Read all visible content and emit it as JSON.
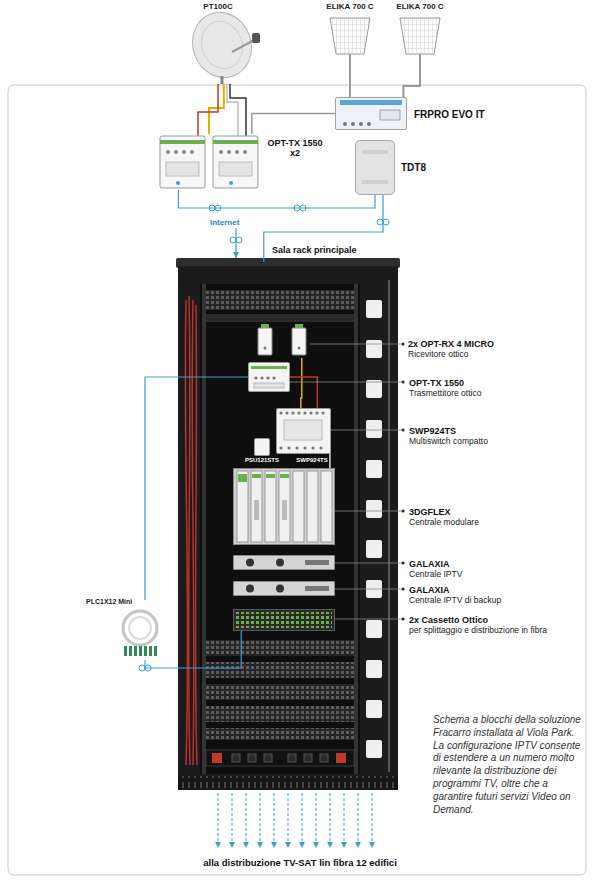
{
  "diagram": {
    "caption": "Schema a blocchi della soluzione Fracarro installata al Viola Park. La configurazione IPTV consente di estendere a un numero molto rilevante la distribuzione dei programmi TV, oltre che a garantire futuri servizi Video on Demand.",
    "nodes": [
      {
        "text": [
          "PT100C"
        ]
      },
      {
        "text": [
          "ELIKA 700 C"
        ]
      },
      {
        "text": [
          "ELIKA 700 C"
        ]
      },
      {
        "text": [
          "FRPRO EVO IT"
        ]
      },
      {
        "text": [
          "OPT-TX 1550 x2"
        ]
      },
      {
        "text": [
          "TDT8"
        ]
      },
      {
        "text": [
          "Sala rack principale"
        ]
      },
      {
        "text": [
          "2x OPT-RX 4 MICRO",
          "Ricevitore ottico"
        ],
        "in": 6
      },
      {
        "text": [
          "OPT-TX 1550",
          "Trasmettitore ottico"
        ],
        "in": 6
      },
      {
        "text": [
          "SWP924TS",
          "SWP924TS",
          "Multiswitch compatto"
        ],
        "in": 6
      },
      {
        "text": [
          "PSU121STS"
        ],
        "in": 6
      },
      {
        "text": [
          "3DGFLEX",
          "Centrale modulare"
        ],
        "in": 6
      },
      {
        "text": [
          "GALAXIA",
          "Centrale IPTV"
        ],
        "in": 6
      },
      {
        "text": [
          "GALAXIA",
          "Centrale IPTV di backup"
        ],
        "in": 6
      },
      {
        "text": [
          "2x Cassetto Ottico",
          "per splittaggio e distribuzione in fibra"
        ],
        "in": 6
      },
      {
        "text": [
          "PLC1X12 Mini"
        ]
      }
    ],
    "edges": [
      {
        "from": 0,
        "to": 4,
        "arrow": "none"
      },
      {
        "from": 1,
        "to": 3,
        "arrow": "none"
      },
      {
        "from": 2,
        "to": 3,
        "arrow": "none"
      },
      {
        "from": 3,
        "to": 4,
        "arrow": "none"
      },
      {
        "from": 4,
        "to": 5,
        "arrow": "none"
      },
      {
        "from": 5,
        "to": 6,
        "arrow": "none"
      },
      {
        "from": 7,
        "to": 9,
        "arrow": "none"
      },
      {
        "from": 8,
        "to": 9,
        "arrow": "none"
      },
      {
        "from": 9,
        "to": 11,
        "arrow": "none"
      },
      {
        "from": 8,
        "to": 15,
        "arrow": "none"
      },
      {
        "from": 15,
        "to": 14,
        "arrow": "none"
      }
    ],
    "labels": [
      "Internet",
      "alla distribuzione TV-SAT lin fibra 12 edifici"
    ]
  }
}
